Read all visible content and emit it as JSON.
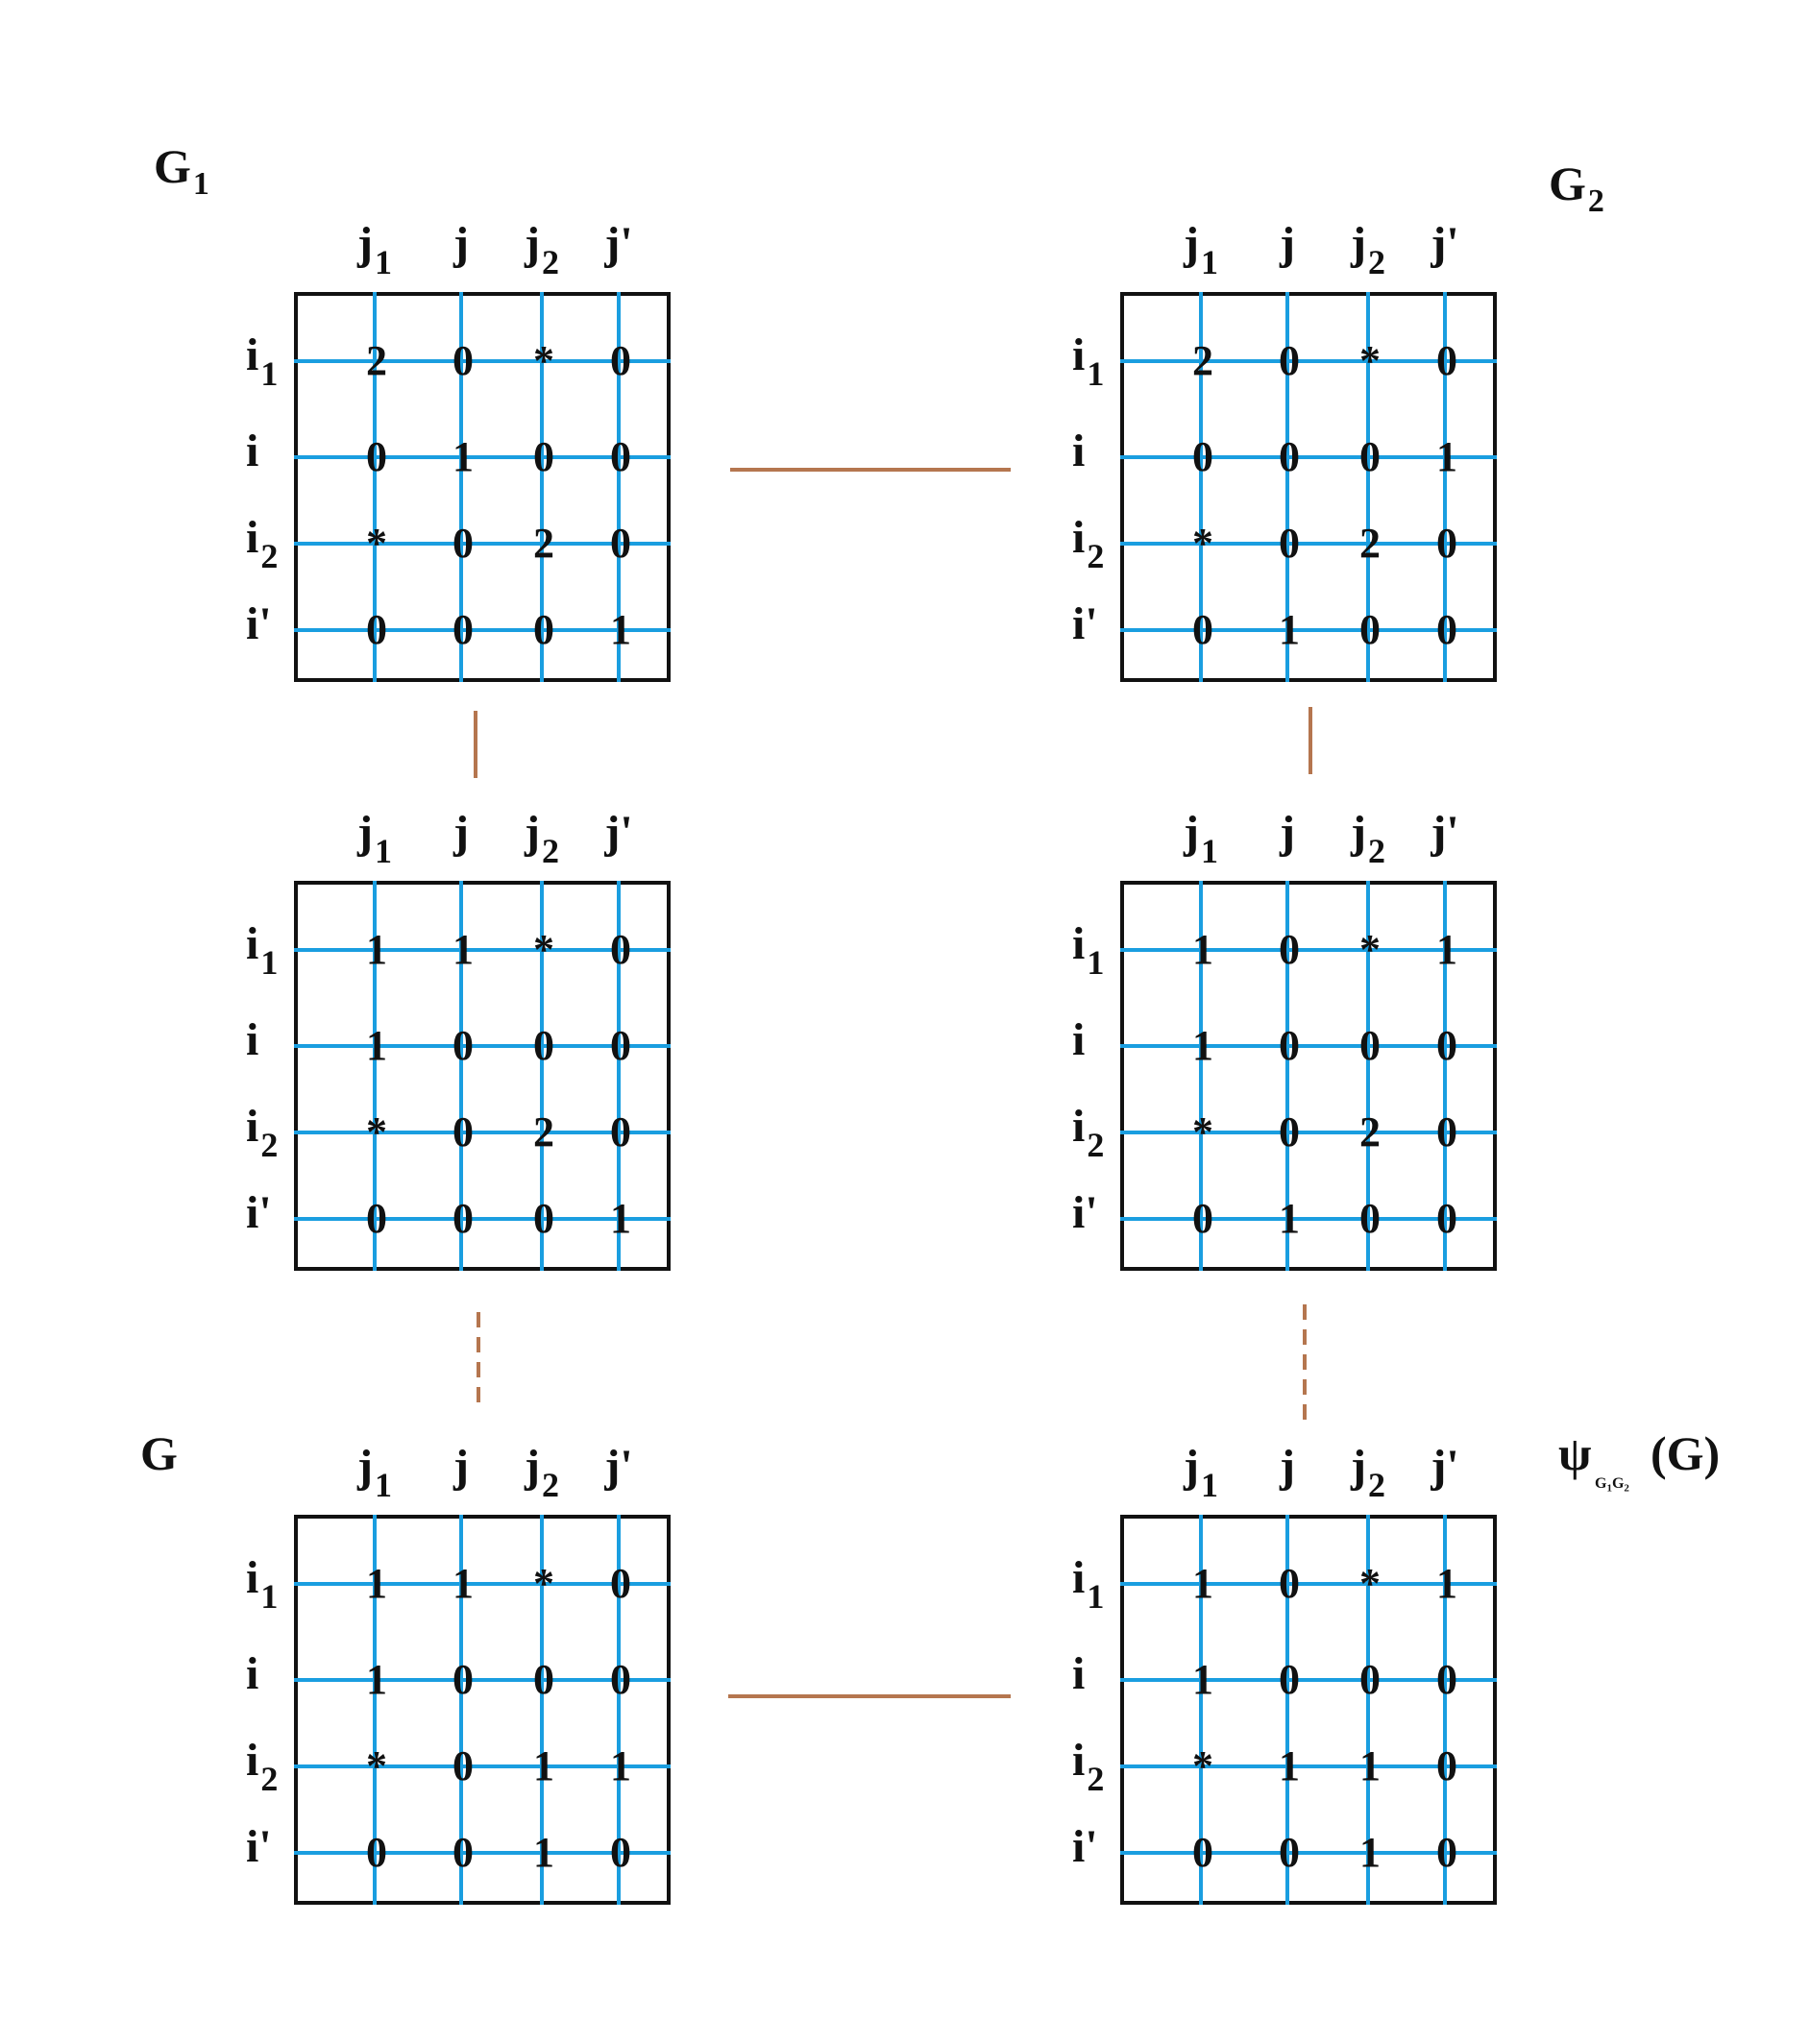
{
  "labels": {
    "g1": "G",
    "g1_sub": "1",
    "g2": "G",
    "g2_sub": "2",
    "g": "G",
    "psi_symbol": "ψ",
    "psi_sub_a": "G",
    "psi_sub_a_idx": "1",
    "psi_sub_b": "G",
    "psi_sub_b_idx": "2",
    "psi_arg": "(G)"
  },
  "columns": [
    {
      "base": "j",
      "sub": "1"
    },
    {
      "base": "j",
      "sub": ""
    },
    {
      "base": "j",
      "sub": "2"
    },
    {
      "base": "j'",
      "sub": ""
    }
  ],
  "rows": [
    {
      "base": "i",
      "sub": "1"
    },
    {
      "base": "i",
      "sub": ""
    },
    {
      "base": "i",
      "sub": "2"
    },
    {
      "base": "i'",
      "sub": ""
    }
  ],
  "panels": [
    {
      "id": "g1-matrix",
      "cells": [
        [
          "2",
          "0",
          "*",
          "0"
        ],
        [
          "0",
          "1",
          "0",
          "0"
        ],
        [
          "*",
          "0",
          "2",
          "0"
        ],
        [
          "0",
          "0",
          "0",
          "1"
        ]
      ]
    },
    {
      "id": "g2-matrix",
      "cells": [
        [
          "2",
          "0",
          "*",
          "0"
        ],
        [
          "0",
          "0",
          "0",
          "1"
        ],
        [
          "*",
          "0",
          "2",
          "0"
        ],
        [
          "0",
          "1",
          "0",
          "0"
        ]
      ]
    },
    {
      "id": "left-middle-matrix",
      "cells": [
        [
          "1",
          "1",
          "*",
          "0"
        ],
        [
          "1",
          "0",
          "0",
          "0"
        ],
        [
          "*",
          "0",
          "2",
          "0"
        ],
        [
          "0",
          "0",
          "0",
          "1"
        ]
      ]
    },
    {
      "id": "right-middle-matrix",
      "cells": [
        [
          "1",
          "0",
          "*",
          "1"
        ],
        [
          "1",
          "0",
          "0",
          "0"
        ],
        [
          "*",
          "0",
          "2",
          "0"
        ],
        [
          "0",
          "1",
          "0",
          "0"
        ]
      ]
    },
    {
      "id": "g-matrix",
      "cells": [
        [
          "1",
          "1",
          "*",
          "0"
        ],
        [
          "1",
          "0",
          "0",
          "0"
        ],
        [
          "*",
          "0",
          "1",
          "1"
        ],
        [
          "0",
          "0",
          "1",
          "0"
        ]
      ]
    },
    {
      "id": "psi-g-matrix",
      "cells": [
        [
          "1",
          "0",
          "*",
          "1"
        ],
        [
          "1",
          "0",
          "0",
          "0"
        ],
        [
          "*",
          "1",
          "1",
          "0"
        ],
        [
          "0",
          "0",
          "1",
          "0"
        ]
      ]
    }
  ],
  "colors": {
    "grid_line": "#1a9ee0",
    "connector": "#b5764f",
    "frame": "#111111"
  }
}
